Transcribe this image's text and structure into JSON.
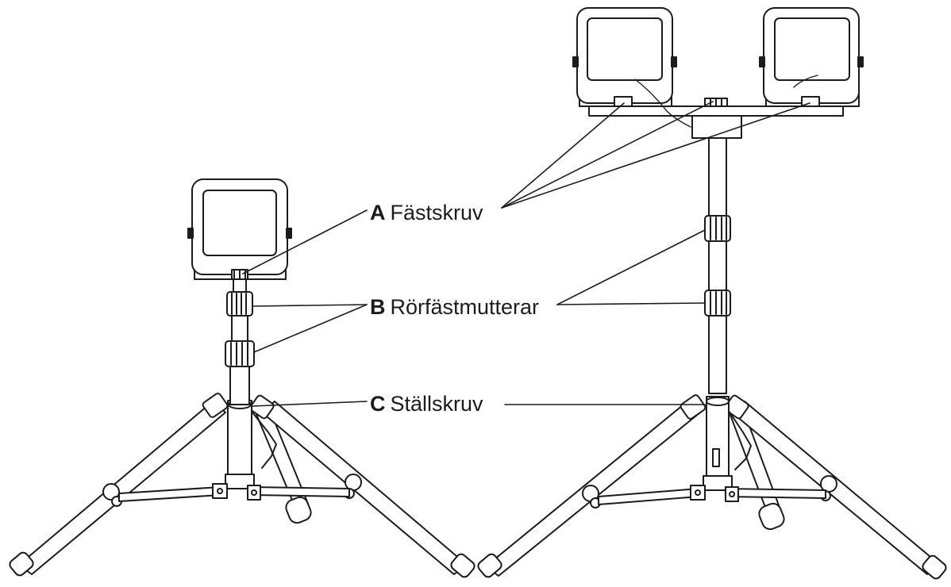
{
  "callouts": [
    {
      "letter": "A",
      "text": "Fästskruv"
    },
    {
      "letter": "B",
      "text": "Rörfästmutterar"
    },
    {
      "letter": "C",
      "text": "Ställskruv"
    }
  ],
  "colors": {
    "line": "#1c1c1c",
    "fill": "#ffffff",
    "shade": "#e6e6e6"
  }
}
